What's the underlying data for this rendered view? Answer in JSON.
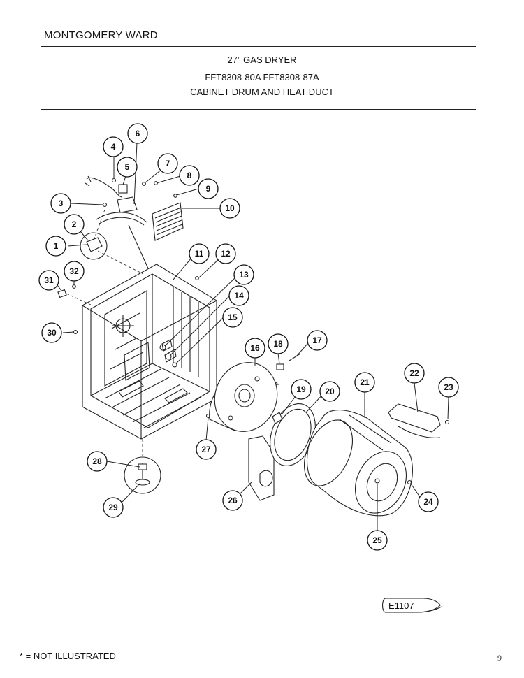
{
  "header": {
    "brand": "MONTGOMERY WARD",
    "product": "27\" GAS DRYER",
    "models": "FFT8308-80A  FFT8308-87A",
    "section": "CABINET DRUM AND HEAT DUCT"
  },
  "footer": {
    "note": "* = NOT ILLUSTRATED",
    "page_code": "E1107",
    "handwritten": "9"
  },
  "callouts": [
    "1",
    "2",
    "3",
    "4",
    "5",
    "6",
    "7",
    "8",
    "9",
    "10",
    "11",
    "12",
    "13",
    "14",
    "15",
    "16",
    "17",
    "18",
    "19",
    "20",
    "21",
    "22",
    "23",
    "24",
    "25",
    "26",
    "27",
    "28",
    "29",
    "30",
    "31",
    "32"
  ]
}
